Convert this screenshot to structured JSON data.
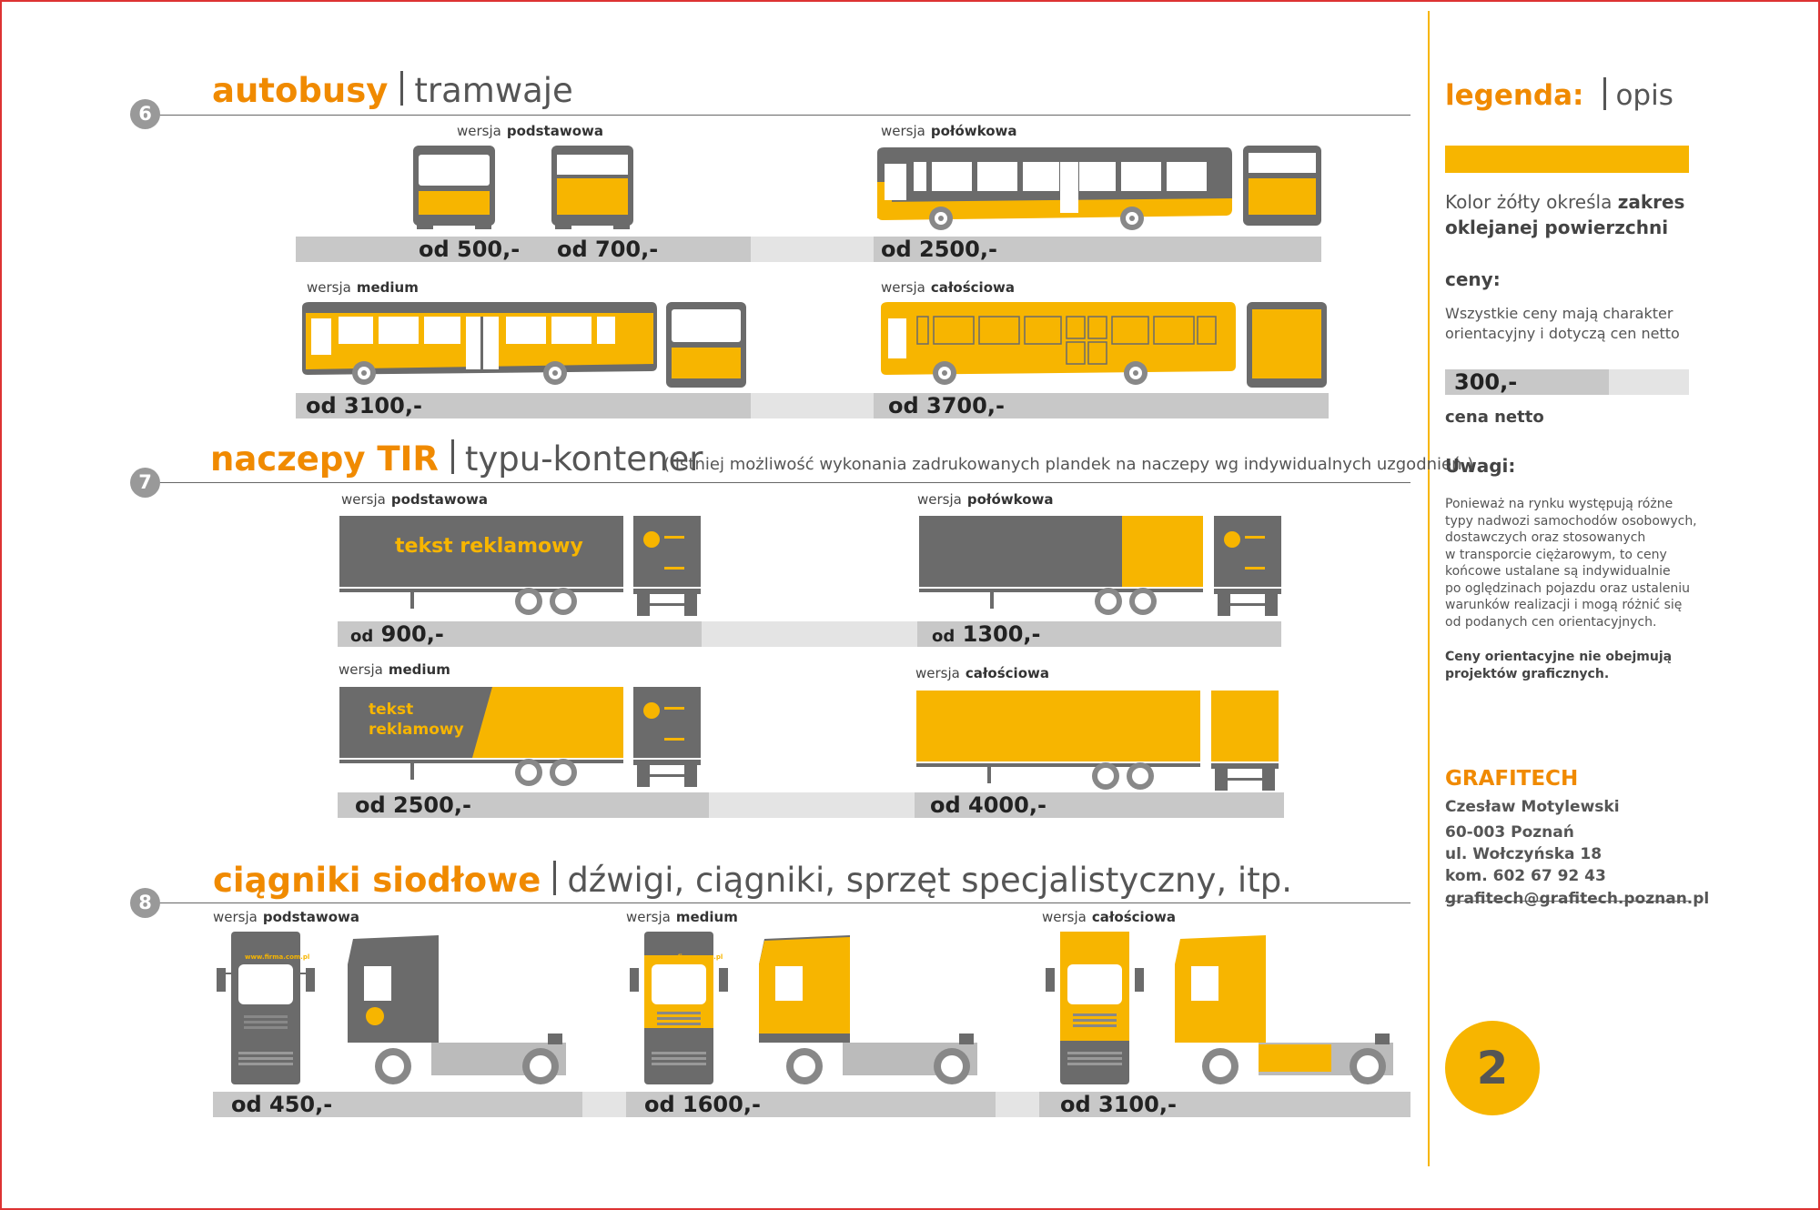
{
  "colors": {
    "accent": "#f7b500",
    "title_orange": "#f08a00",
    "vehicle_gray": "#6b6b6b",
    "price_bar": "#c8c8c8",
    "price_gap": "#e4e4e4",
    "frame": "#dd3333"
  },
  "sections": {
    "buses": {
      "number": "6",
      "title": "autobusy",
      "subtitle": "tramwaje"
    },
    "trailers": {
      "number": "7",
      "title": "naczepy TIR",
      "subtitle": "typu-kontener",
      "note": "( Istniej możliwość wykonania zadrukowanych plandek na naczepy wg indywidualnych uzgodnień )"
    },
    "tractors": {
      "number": "8",
      "title": "ciągniki siodłowe",
      "subtitle": "dźwigi, ciągniki, sprzęt specjalistyczny, itp."
    }
  },
  "version_word": "wersja",
  "buses": {
    "basic": {
      "variant": "podstawowa",
      "price_a": "od 500,-",
      "price_b": "od 700,-"
    },
    "half": {
      "variant": "połówkowa",
      "price": "od 2500,-"
    },
    "medium": {
      "variant": "medium",
      "price": "od 3100,-"
    },
    "full": {
      "variant": "całościowa",
      "price": "od 3700,-"
    }
  },
  "trailers": {
    "basic": {
      "variant": "podstawowa",
      "price_prefix": "od",
      "price": "900,-",
      "ad_text": "tekst reklamowy"
    },
    "half": {
      "variant": "połówkowa",
      "price_prefix": "od",
      "price": "1300,-"
    },
    "medium": {
      "variant": "medium",
      "price": "od 2500,-",
      "ad_line1": "tekst",
      "ad_line2": "reklamowy"
    },
    "full": {
      "variant": "całościowa",
      "price": "od 4000,-"
    }
  },
  "tractors": {
    "basic": {
      "variant": "podstawowa",
      "price": "od 450,-",
      "cab_url": "www.firma.com.pl"
    },
    "medium": {
      "variant": "medium",
      "price": "od 1600,-",
      "cab_url": "www.firma.com.pl"
    },
    "full": {
      "variant": "całościowa",
      "price": "od 3100,-"
    }
  },
  "legend": {
    "title": "legenda:",
    "subtitle": "opis",
    "color_text_1": "Kolor żółty określa",
    "color_text_2": "zakres",
    "color_text_3": "oklejanej powierzchni",
    "prices_heading": "ceny:",
    "prices_text_1": "Wszystkie ceny mają charakter",
    "prices_text_2": "orientacyjny i dotyczą cen netto",
    "sample_price": "300,-",
    "sample_label": "cena netto",
    "notes_heading": "Uwagi:",
    "notes_lines": [
      "Ponieważ na rynku występują różne",
      "typy nadwozi samochodów osobowych,",
      "dostawczych oraz stosowanych",
      "w transporcie ciężarowym, to ceny",
      "końcowe ustalane są indywidualnie",
      "po oględzinach pojazdu oraz ustaleniu",
      "warunków realizacji i mogą różnić się",
      "od podanych cen orientacyjnych."
    ],
    "notes_bold_1": "Ceny orientacyjne nie obejmują",
    "notes_bold_2": "projektów graficznych."
  },
  "company": {
    "name": "GRAFITECH",
    "person": "Czesław Motylewski",
    "city": "60-003 Poznań",
    "street": "ul. Wołczyńska 18",
    "phone": "kom. 602 67 92 43",
    "email": "grafitech@grafitech.poznan.pl"
  },
  "page_number": "2"
}
